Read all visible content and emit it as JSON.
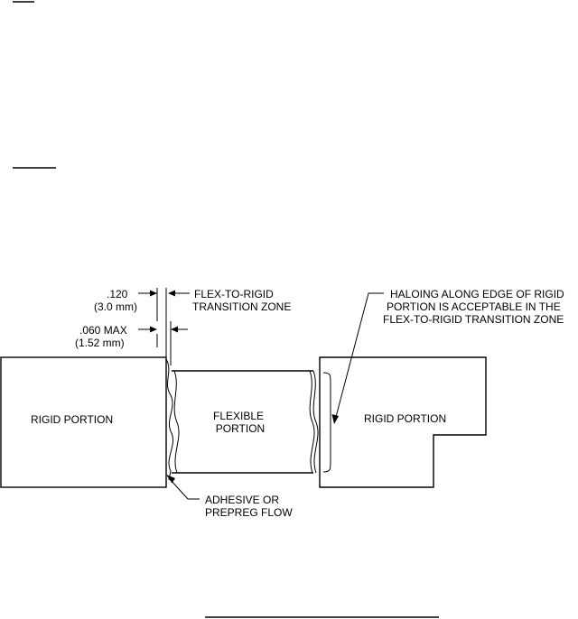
{
  "dims": {
    "d1": ".120",
    "d1_mm": "(3.0 mm)",
    "d2": ".060 MAX",
    "d2_mm": "(1.52 mm)"
  },
  "callouts": {
    "transition_1": "FLEX-TO-RIGID",
    "transition_2": "TRANSITION ZONE",
    "haloing_1": "HALOING ALONG EDGE OF RIGID",
    "haloing_2": "PORTION IS ACCEPTABLE IN THE",
    "haloing_3": "FLEX-TO-RIGID TRANSITION ZONE",
    "adhesive_1": "ADHESIVE OR",
    "adhesive_2": "PREPREG FLOW"
  },
  "parts": {
    "rigid_left": "RIGID PORTION",
    "flex_1": "FLEXIBLE",
    "flex_2": "PORTION",
    "rigid_right": "RIGID PORTION"
  }
}
